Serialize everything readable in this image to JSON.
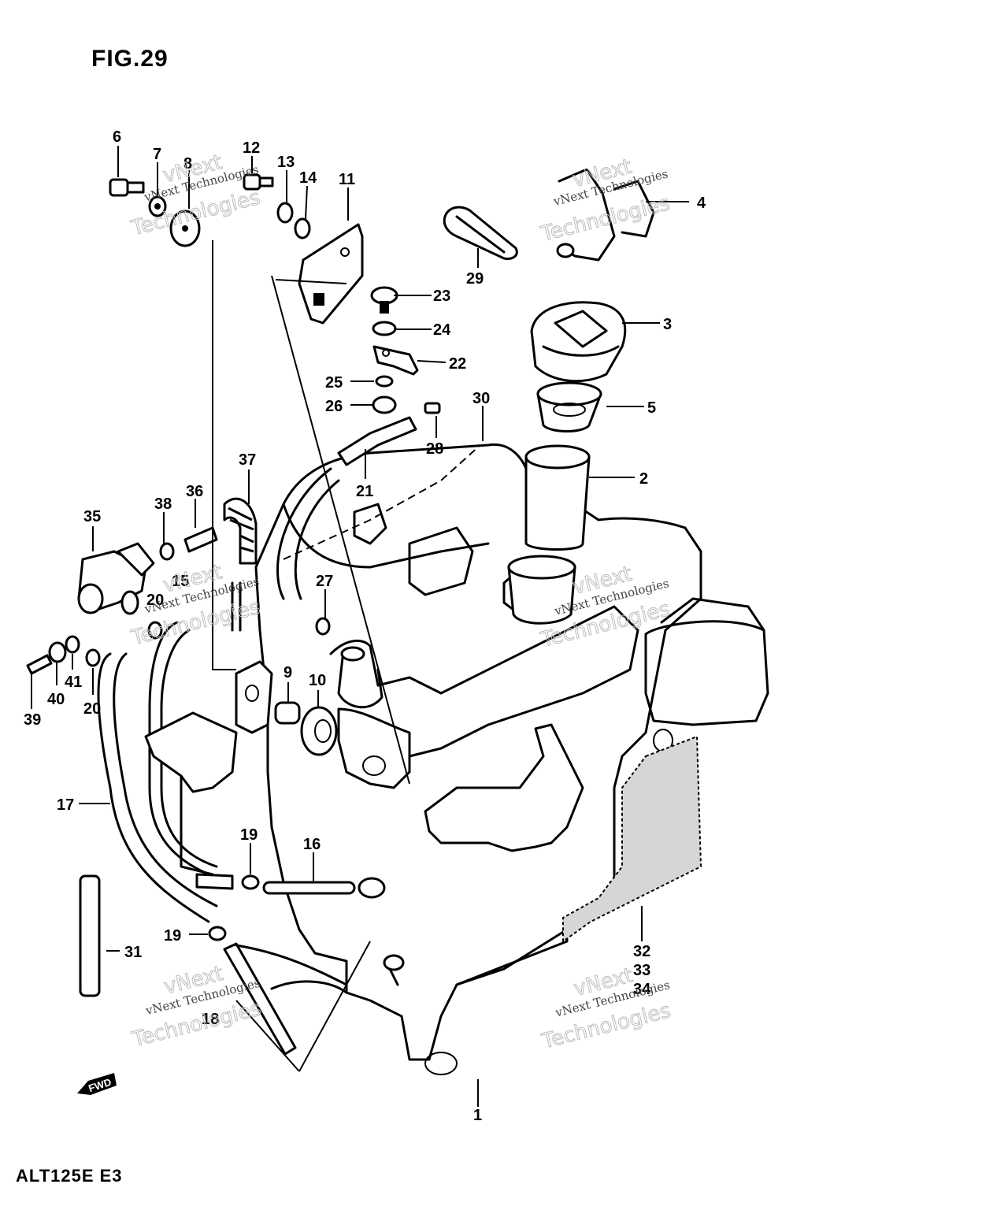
{
  "figure": {
    "title": "FIG.29",
    "model": "ALT125E E3",
    "fwd_label": "FWD"
  },
  "callouts": [
    {
      "id": "c6",
      "label": "6"
    },
    {
      "id": "c7",
      "label": "7"
    },
    {
      "id": "c8",
      "label": "8"
    },
    {
      "id": "c12",
      "label": "12"
    },
    {
      "id": "c13",
      "label": "13"
    },
    {
      "id": "c14",
      "label": "14"
    },
    {
      "id": "c11",
      "label": "11"
    },
    {
      "id": "c4",
      "label": "4"
    },
    {
      "id": "c29",
      "label": "29"
    },
    {
      "id": "c23",
      "label": "23"
    },
    {
      "id": "c24",
      "label": "24"
    },
    {
      "id": "c22",
      "label": "22"
    },
    {
      "id": "c3",
      "label": "3"
    },
    {
      "id": "c25",
      "label": "25"
    },
    {
      "id": "c26",
      "label": "26"
    },
    {
      "id": "c5",
      "label": "5"
    },
    {
      "id": "c30",
      "label": "30"
    },
    {
      "id": "c28",
      "label": "28"
    },
    {
      "id": "c2",
      "label": "2"
    },
    {
      "id": "c21",
      "label": "21"
    },
    {
      "id": "c37",
      "label": "37"
    },
    {
      "id": "c36",
      "label": "36"
    },
    {
      "id": "c38",
      "label": "38"
    },
    {
      "id": "c35",
      "label": "35"
    },
    {
      "id": "c15",
      "label": "15"
    },
    {
      "id": "c20a",
      "label": "20"
    },
    {
      "id": "c27",
      "label": "27"
    },
    {
      "id": "c41",
      "label": "41"
    },
    {
      "id": "c40",
      "label": "40"
    },
    {
      "id": "c39",
      "label": "39"
    },
    {
      "id": "c20b",
      "label": "20"
    },
    {
      "id": "c9",
      "label": "9"
    },
    {
      "id": "c10",
      "label": "10"
    },
    {
      "id": "c17",
      "label": "17"
    },
    {
      "id": "c19a",
      "label": "19"
    },
    {
      "id": "c16",
      "label": "16"
    },
    {
      "id": "c19b",
      "label": "19"
    },
    {
      "id": "c31",
      "label": "31"
    },
    {
      "id": "c18",
      "label": "18"
    },
    {
      "id": "c32",
      "label": "32"
    },
    {
      "id": "c33",
      "label": "33"
    },
    {
      "id": "c34",
      "label": "34"
    },
    {
      "id": "c1",
      "label": "1"
    }
  ],
  "watermark": {
    "line1": "vNext Technologies",
    "line2": "Technologies",
    "line3": "vNext"
  }
}
